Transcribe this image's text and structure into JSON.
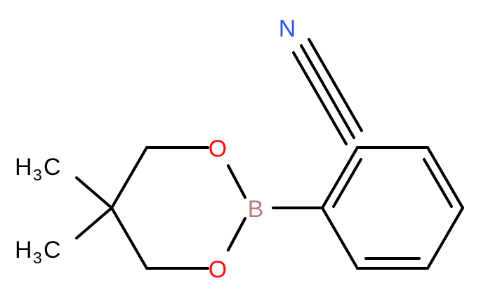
{
  "molecule": {
    "atoms": {
      "nitrogen": "N",
      "oxygen_top": "O",
      "oxygen_bottom": "O",
      "boron": "B",
      "methyl_top": {
        "main": "H",
        "sub": "3",
        "tail": "C"
      },
      "methyl_bottom": {
        "main": "H",
        "sub": "3",
        "tail": "C"
      }
    },
    "colors": {
      "bond": "#000000",
      "carbon": "#000000",
      "nitrogen": "#3050F8",
      "oxygen": "#FF0D0D",
      "boron": "#B87F7F"
    }
  }
}
